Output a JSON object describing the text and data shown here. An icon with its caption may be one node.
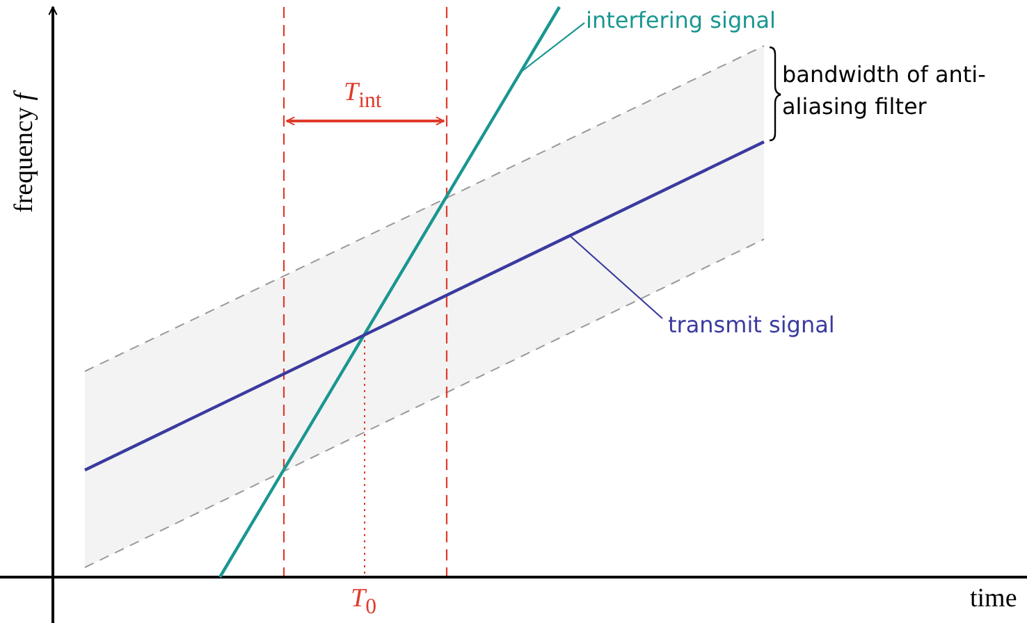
{
  "diagram": {
    "nodes": [
      {
        "text": [
          "interfering signal"
        ]
      },
      {
        "text": [],
        "shape": "line"
      },
      {
        "text": [
          "transmit signal"
        ]
      },
      {
        "text": [],
        "shape": "line"
      }
    ],
    "edges": [
      {
        "from": 0,
        "to": 1,
        "arrow": "none",
        "color": "#1a9690"
      },
      {
        "from": 2,
        "to": 3,
        "arrow": "none",
        "color": "#3a3aa0"
      }
    ],
    "labels": [
      "frequency *f*",
      "time",
      "*T*$_{int}$",
      "*T*$_{0}$",
      "bandwidth of anti- aliasing filter"
    ]
  }
}
